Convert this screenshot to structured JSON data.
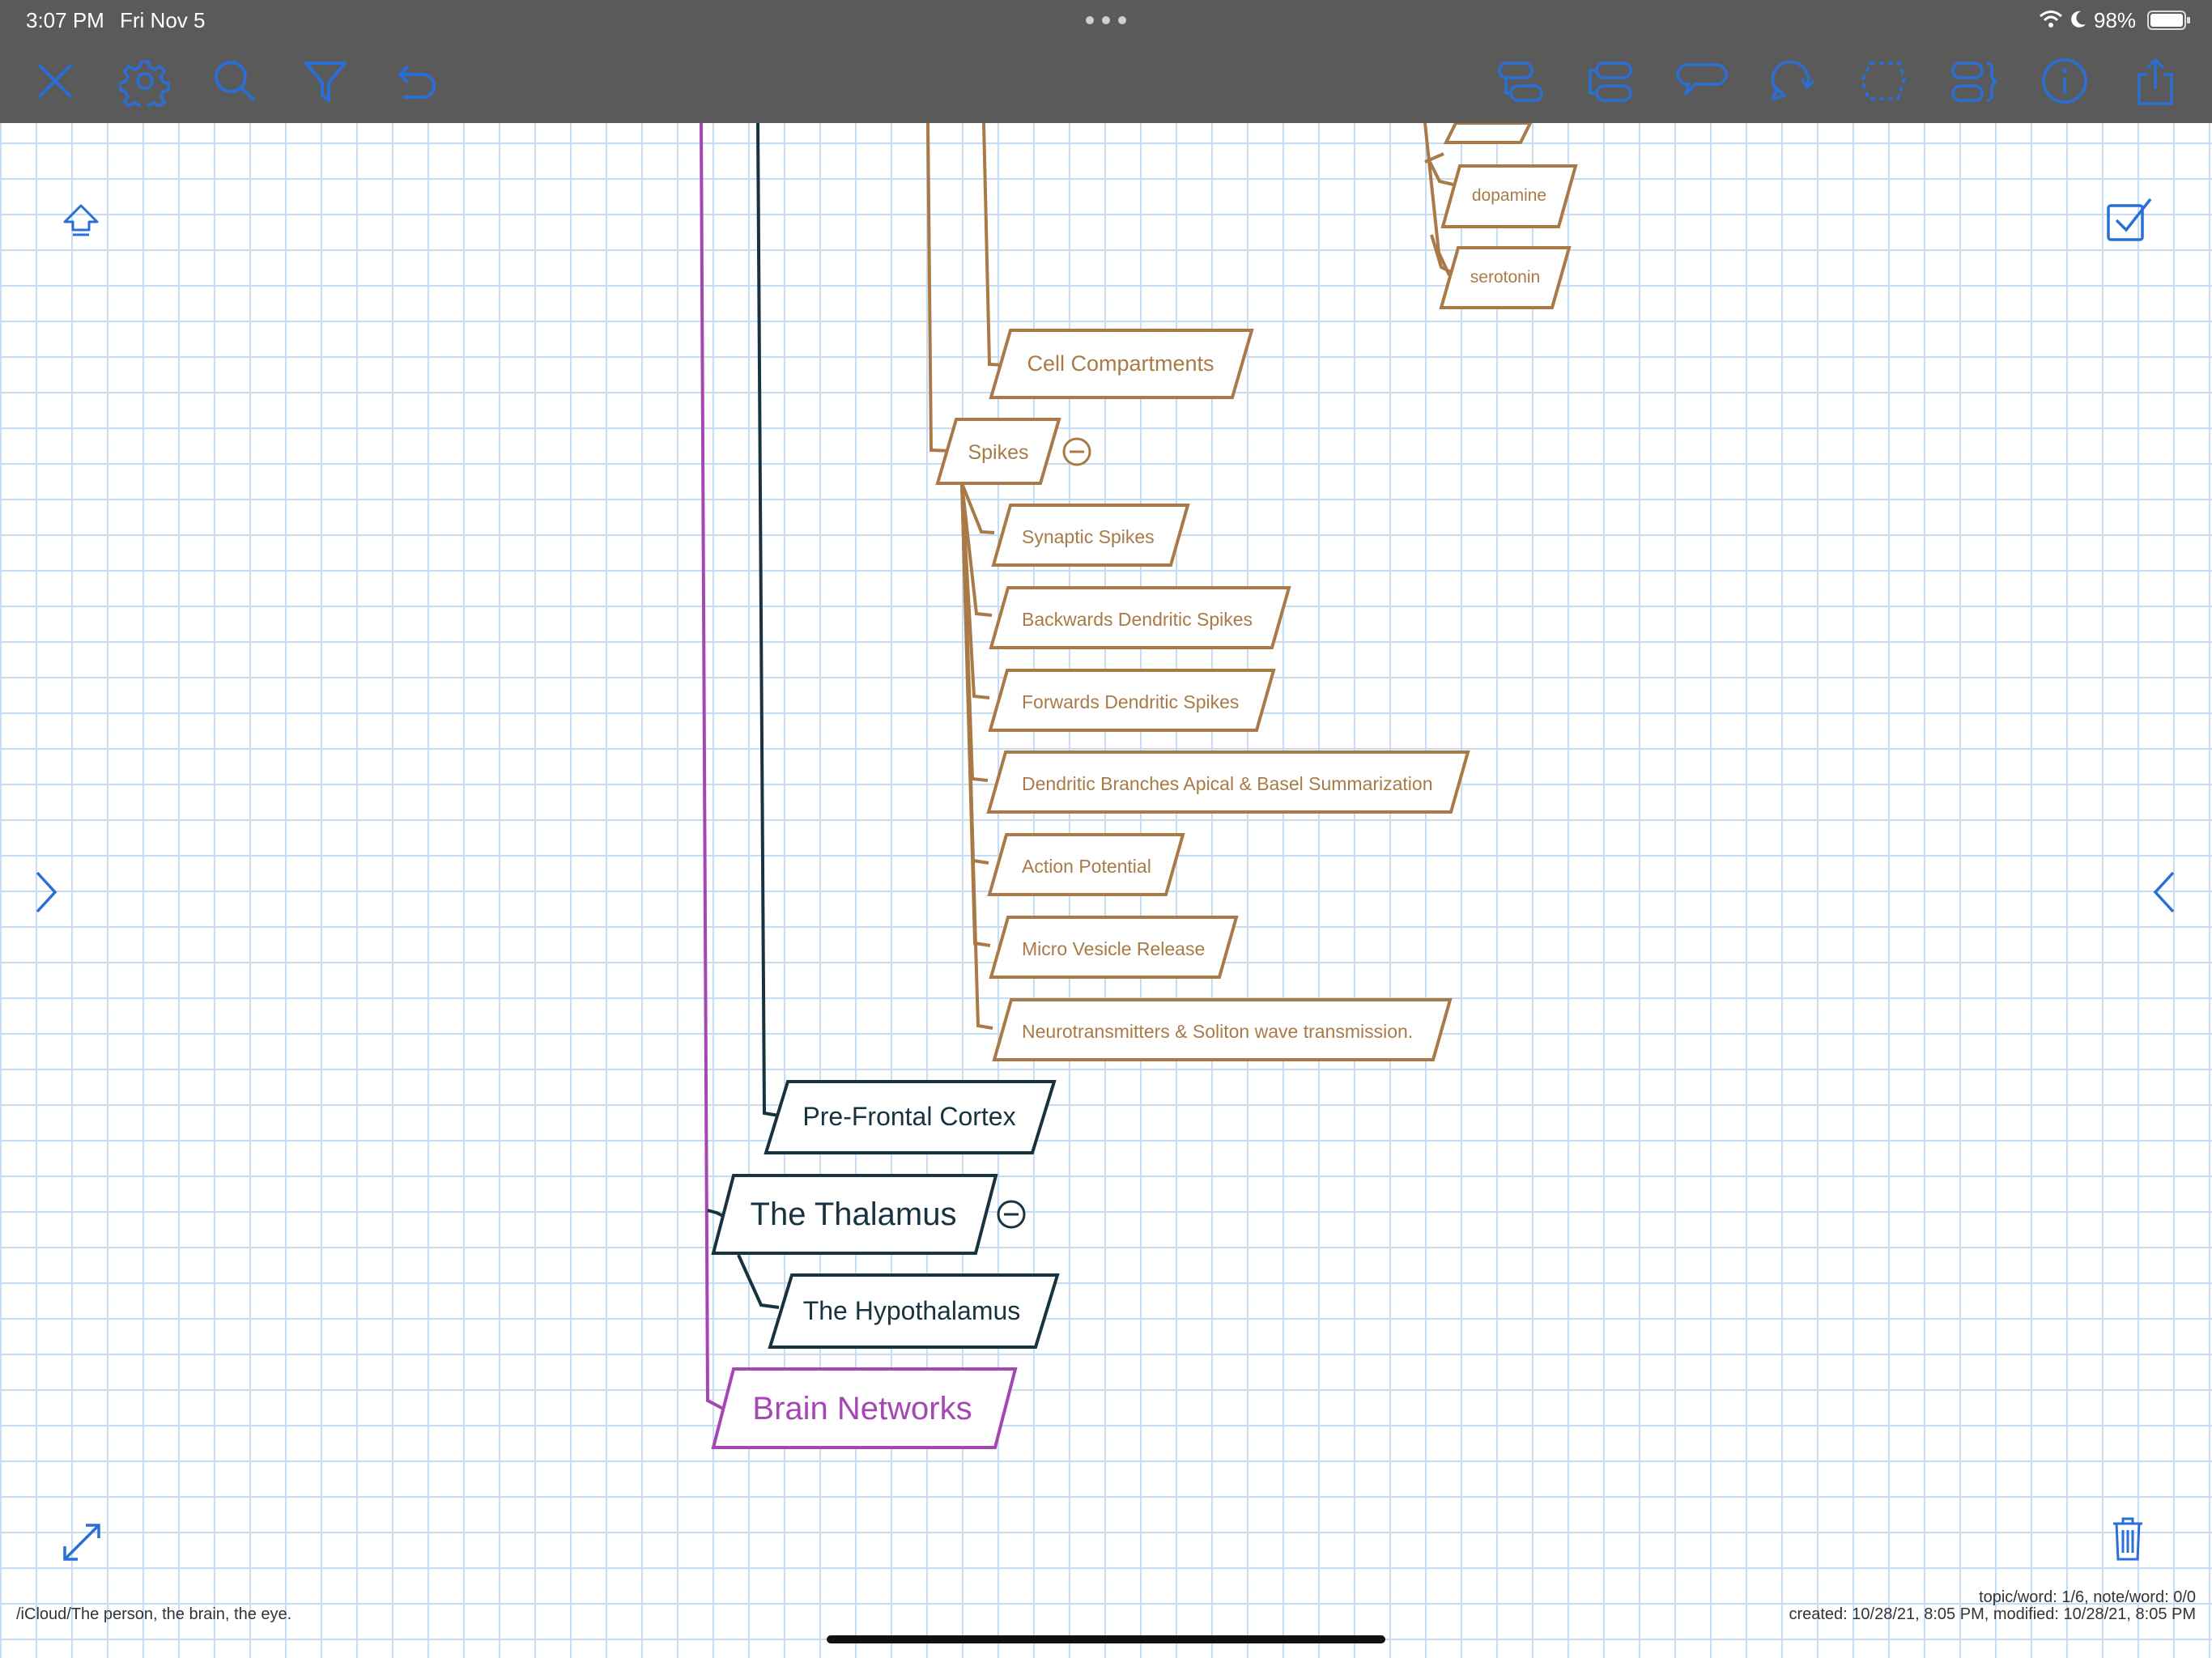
{
  "status_bar": {
    "time": "3:07 PM",
    "date": "Fri Nov 5",
    "battery": "98%",
    "icons": [
      "more-dots-icon",
      "wifi-icon",
      "moon-icon",
      "battery-icon"
    ]
  },
  "toolbar": {
    "left_icons": [
      "close-icon",
      "settings-gear-icon",
      "search-icon",
      "filter-icon",
      "undo-icon"
    ],
    "right_icons": [
      "add-child-topic-icon",
      "add-sibling-topic-icon",
      "callout-icon",
      "relationship-icon",
      "boundary-icon",
      "summary-icon",
      "info-icon",
      "share-icon"
    ]
  },
  "side_controls": {
    "icons": [
      "go-to-parent-icon",
      "checkbox-icon",
      "expand-left-panel-icon",
      "expand-right-panel-icon",
      "fullscreen-icon",
      "trash-icon"
    ]
  },
  "colors": {
    "toolbar_bg": "#5a5a5a",
    "accent_blue": "#2a6fd6",
    "branch_tan": "#a97a47",
    "branch_dark": "#17333f",
    "branch_purple": "#a447b3",
    "grid": "#c6dcf2"
  },
  "mindmap": {
    "neurotransmitter_topics": [
      {
        "label": "dopamine"
      },
      {
        "label": "serotonin"
      }
    ],
    "cell_compartments": {
      "label": "Cell Compartments"
    },
    "spikes": {
      "label": "Spikes",
      "collapse_icon": "collapse-minus-icon",
      "children": [
        {
          "label": "Synaptic Spikes"
        },
        {
          "label": "Backwards Dendritic Spikes"
        },
        {
          "label": "Forwards Dendritic Spikes"
        },
        {
          "label": "Dendritic Branches Apical & Basel Summarization"
        },
        {
          "label": "Action Potential"
        },
        {
          "label": "Micro Vesicle Release"
        },
        {
          "label": "Neurotransmitters & Soliton wave transmission."
        }
      ]
    },
    "prefrontal_cortex": {
      "label": "Pre-Frontal Cortex"
    },
    "thalamus": {
      "label": "The Thalamus",
      "collapse_icon": "collapse-minus-icon"
    },
    "hypothalamus": {
      "label": "The Hypothalamus"
    },
    "brain_networks": {
      "label": "Brain Networks"
    }
  },
  "footer": {
    "path": "/iCloud/The person, the brain, the eye.",
    "counts": "topic/word: 1/6, note/word: 0/0",
    "dates": "created: 10/28/21, 8:05 PM, modified: 10/28/21, 8:05 PM"
  }
}
